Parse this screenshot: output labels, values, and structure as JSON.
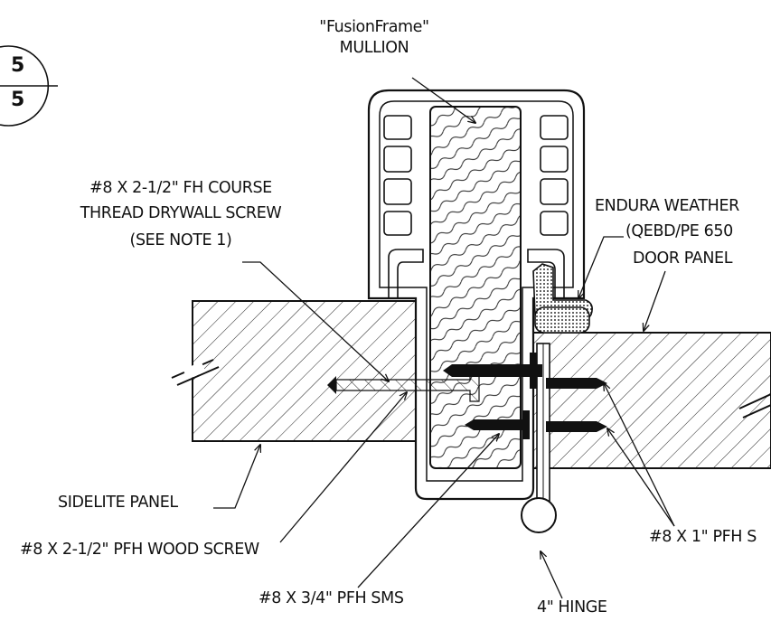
{
  "detail_badge": {
    "top": "5",
    "bottom": "5"
  },
  "labels": {
    "mullion_line1": "\"FusionFrame\"",
    "mullion_line2": "MULLION",
    "drywall_line1": "#8 X 2-1/2\" FH COURSE",
    "drywall_line2": "THREAD DRYWALL SCREW",
    "drywall_line3": "(SEE NOTE 1)",
    "weather_line1": "ENDURA WEATHER",
    "weather_line2": "(QEBD/PE 650",
    "door_panel": "DOOR PANEL",
    "sidelite_panel": "SIDELITE PANEL",
    "wood_screw": "#8 X 2-1/2\" PFH WOOD SCREW",
    "sms_short": "#8 X 3/4\" PFH SMS",
    "hinge": "4\" HINGE",
    "pfh_long": "#8 X 1\" PFH S"
  }
}
